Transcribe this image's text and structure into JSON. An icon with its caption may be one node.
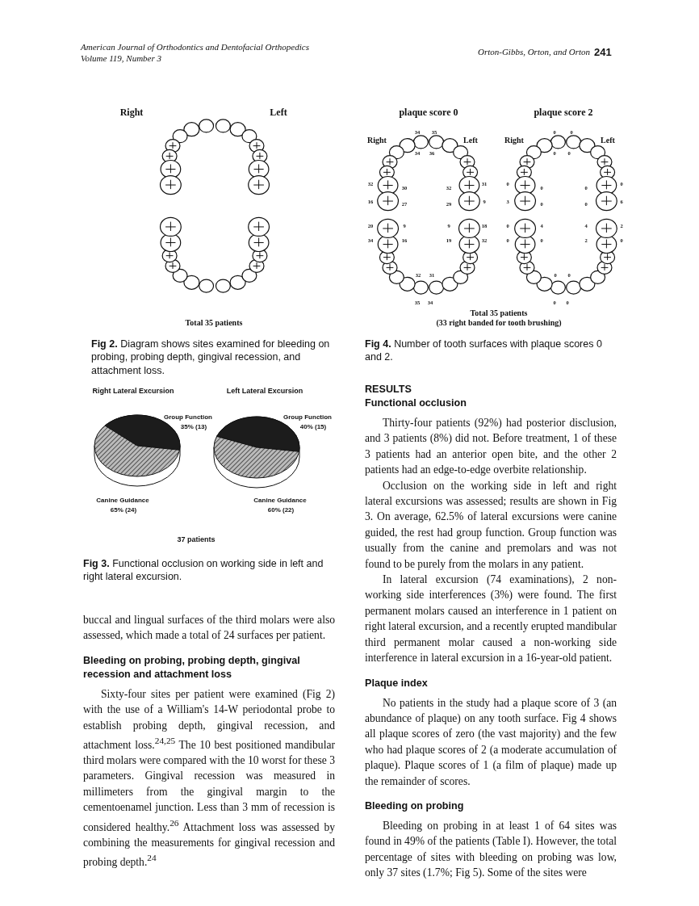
{
  "diagram": {
    "labels": [
      "American Journal of Orthodontics and Dentofacial Orthopedics",
      "Volume 119, Number 3",
      "Orton-Gibbs, Orton, and Orton",
      "241",
      "Right",
      "Left",
      "Total 35 patients",
      "**Fig 2.** Diagram shows sites examined for bleeding on probing, probing depth, gingival recession, and attachment loss.",
      "plaque score 0",
      "plaque score 2",
      "Right",
      "Left",
      "Right",
      "Left",
      "34",
      "35",
      "34",
      "36",
      "32",
      "30",
      "32",
      "31",
      "16",
      "27",
      "29",
      "9",
      "20",
      "9",
      "9",
      "18",
      "34",
      "16",
      "19",
      "32",
      "32",
      "31",
      "35",
      "34",
      "0",
      "0",
      "0",
      "0",
      "0",
      "0",
      "0",
      "0",
      "3",
      "0",
      "0",
      "6",
      "0",
      "4",
      "4",
      "2",
      "0",
      "0",
      "2",
      "0",
      "0",
      "0",
      "0",
      "0",
      "Total 35 patients",
      "(33 right banded for tooth brushing)",
      "**Fig 4.** Number of tooth surfaces with plaque scores 0 and 2.",
      "Right Lateral Excursion",
      "Left Lateral Excursion",
      "Group Function",
      "35% (13)",
      "Group Function",
      "40% (15)",
      "Canine Guidance",
      "65% (24)",
      "Canine Guidance",
      "60% (22)",
      "37 patients",
      "**Fig 3.** Functional occlusion on working side in left and right lateral excursion.",
      "buccal and lingual surfaces of the third molars were also assessed, which made a total of 24 surfaces per patient.",
      "Bleeding on probing, probing depth, gingival recession and attachment loss",
      "Sixty-four sites per patient were examined (Fig 2) with the use of a William's 14-W periodontal probe to establish probing depth, gingival recession, and attachment loss.$^{24,25}$ The 10 best positioned mandibular third molars were compared with the 10 worst for these 3 parameters. Gingival recession was measured in millimeters from the gingival margin to the cementoenamel junction. Less than 3 mm of recession is considered healthy.$^{26}$ Attachment loss was assessed by combining the measurements for gingival recession and probing depth.$^{24}$",
      "RESULTS",
      "Functional occlusion",
      "Thirty-four patients (92%) had posterior disclusion, and 3 patients (8%) did not. Before treatment, 1 of these 3 patients had an anterior open bite, and the other 2 patients had an edge-to-edge overbite relationship.",
      "Occlusion on the working side in left and right lateral excursions was assessed; results are shown in Fig 3. On average, 62.5% of lateral excursions were canine guided, the rest had group function. Group function was usually from the canine and premolars and was not found to be purely from the molars in any patient.",
      "In lateral excursion (74 examinations), 2 non-working side interferences (3%) were found. The first permanent molars caused an interference in 1 patient on right lateral excursion, and a recently erupted mandibular third permanent molar caused a non-working side interference in lateral excursion in a 16-year-old patient.",
      "Plaque index",
      "No patients in the study had a plaque score of 3 (an abundance of plaque) on any tooth surface. Fig 4 shows all plaque scores of zero (the vast majority) and the few who had plaque scores of 2 (a moderate accumulation of plaque). Plaque scores of 1 (a film of plaque) made up the remainder of scores.",
      "Bleeding on probing",
      "Bleeding on probing in at least 1 of 64 sites was found in 49% of the patients (Table I). However, the total percentage of sites with bleeding on probing was low, only 37 sites (1.7%; Fig 5). Some of the sites were"
    ]
  }
}
